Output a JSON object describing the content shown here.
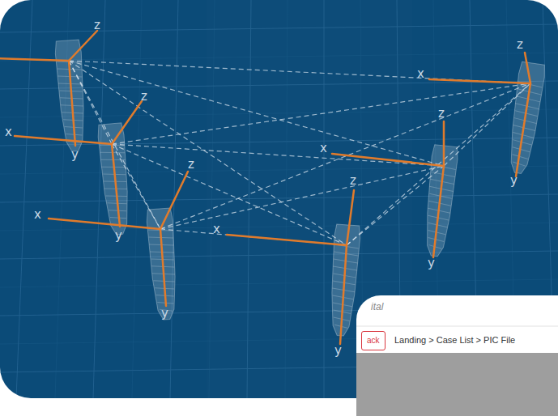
{
  "diagram": {
    "nodes": [
      {
        "text": [
          "ack"
        ]
      }
    ],
    "labels": [
      "z",
      "y",
      "x",
      "z",
      "y",
      "x",
      "z",
      "y",
      "x",
      "z",
      "y",
      "x",
      "z",
      "y",
      "x",
      "z",
      "y",
      "ital",
      "Landing > Case List > PIC File"
    ]
  }
}
